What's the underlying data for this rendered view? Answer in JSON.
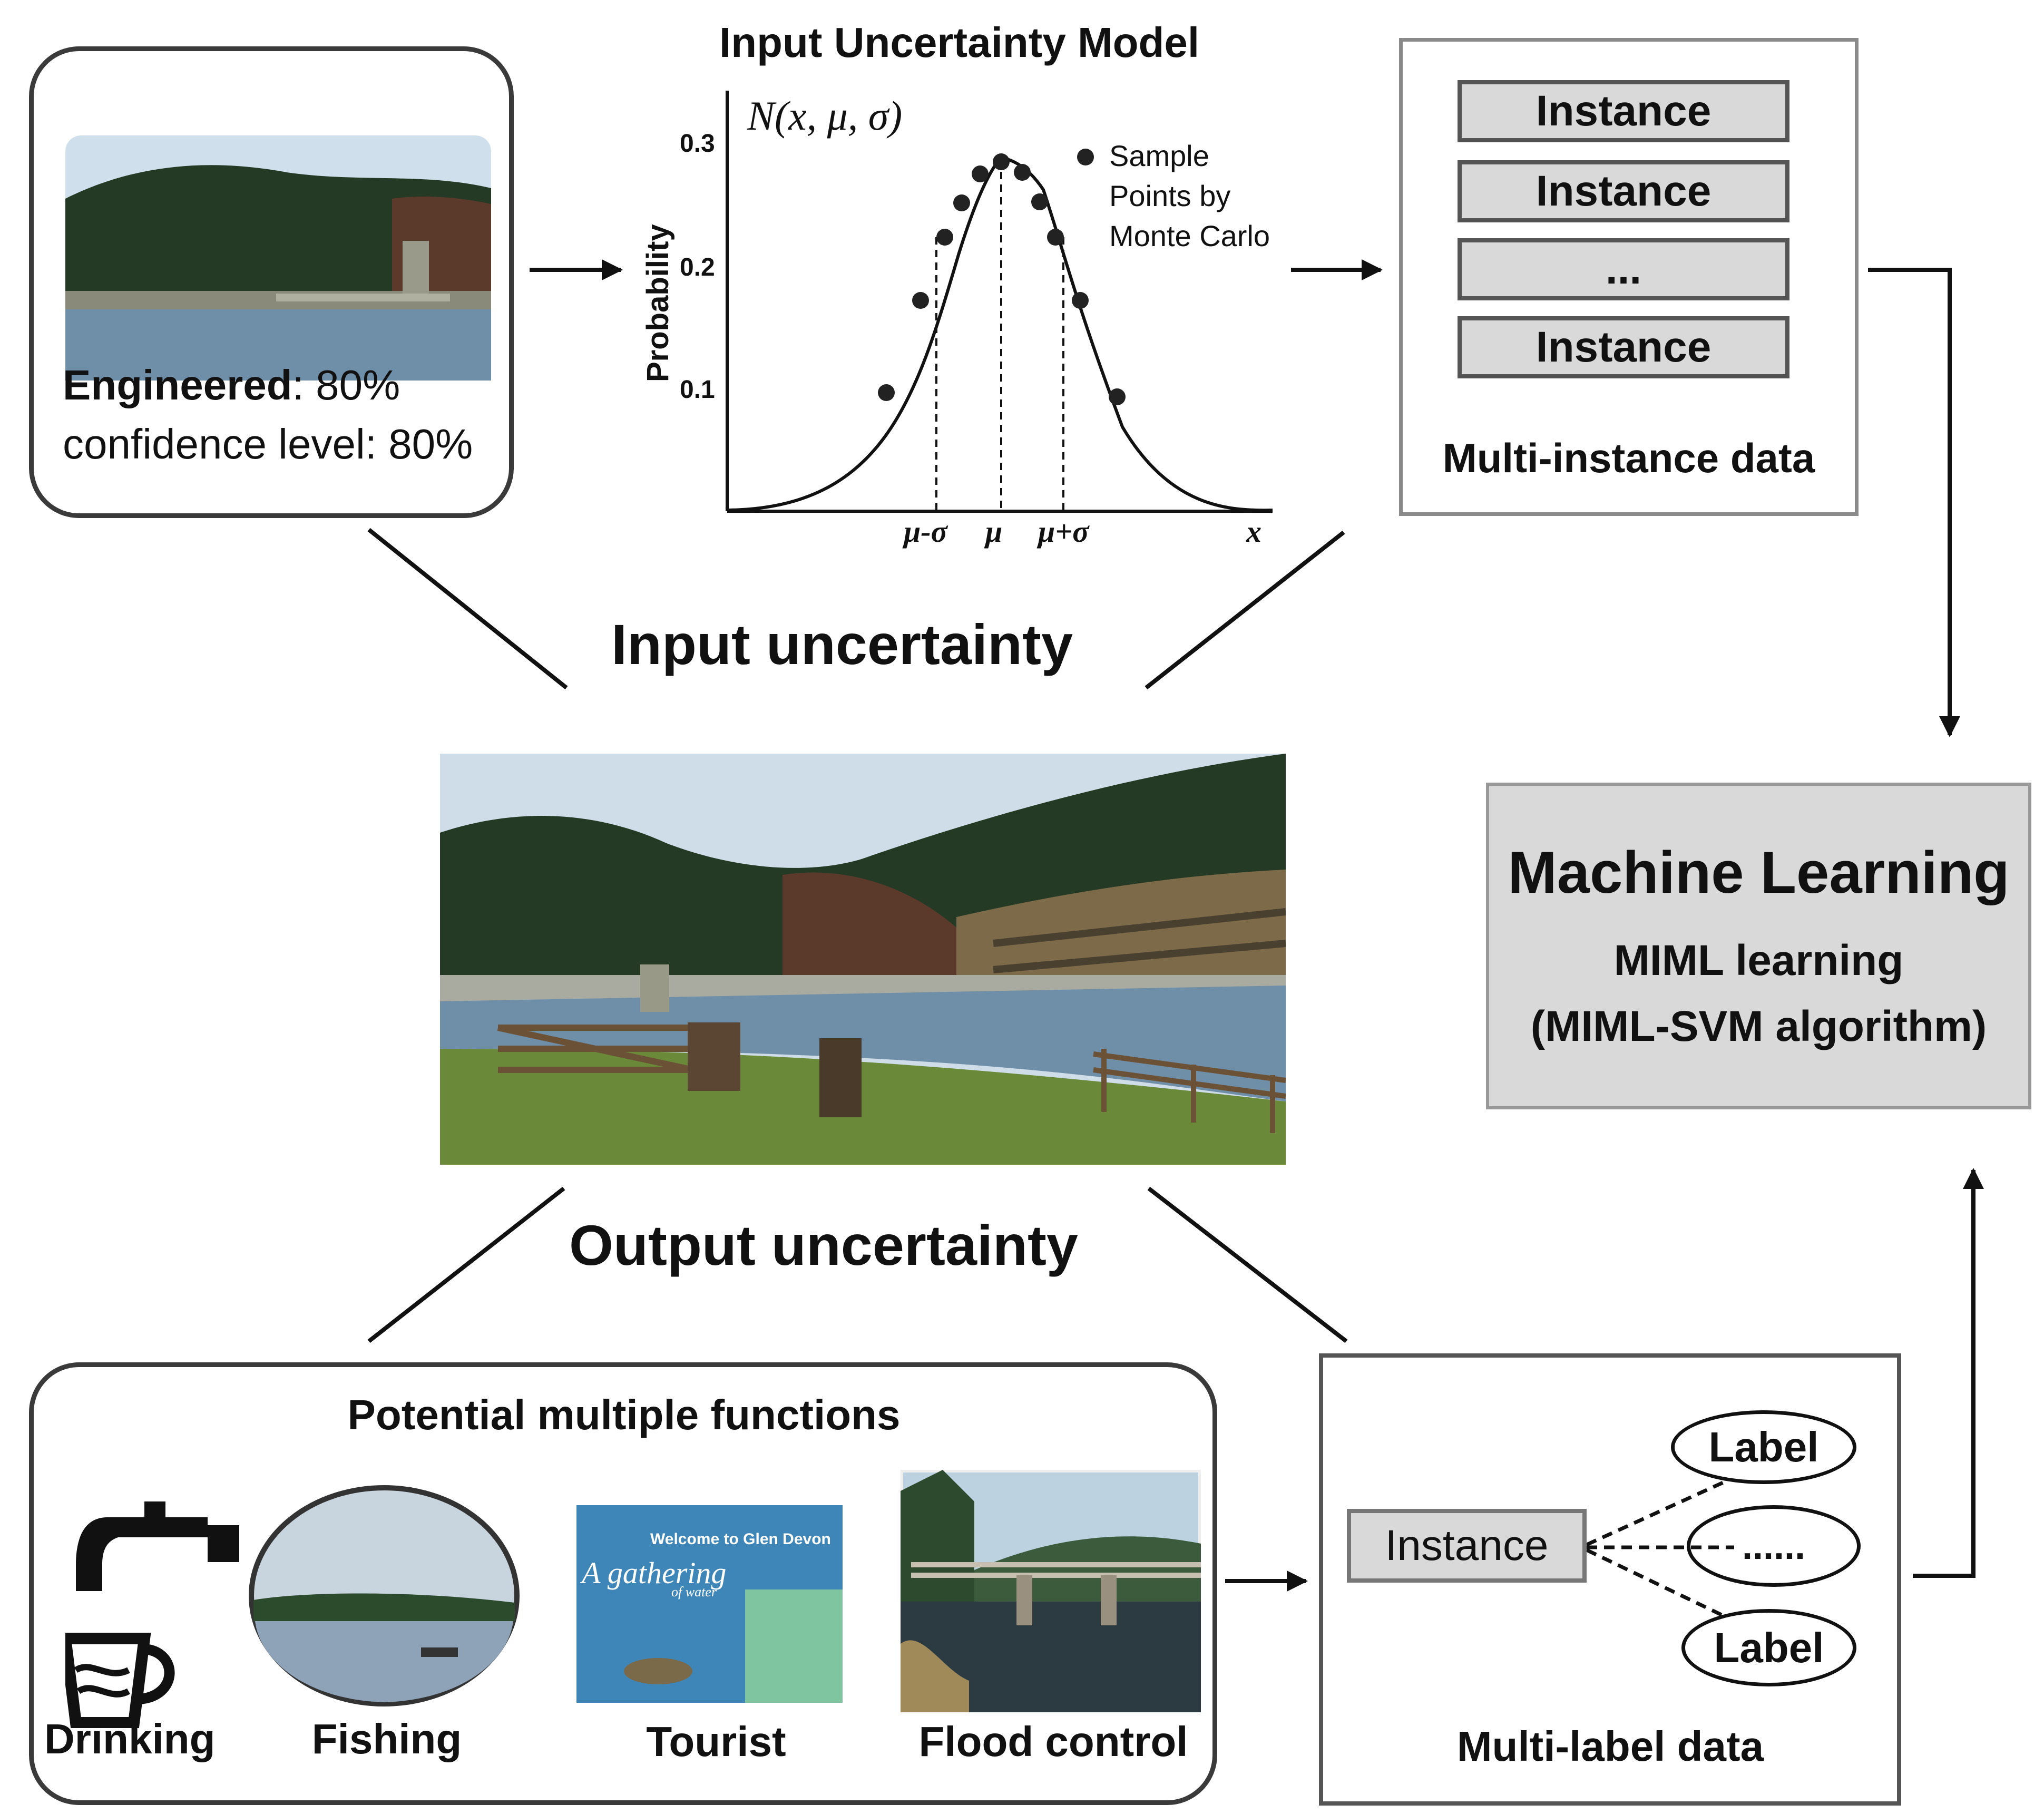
{
  "input_card": {
    "engineered_label": "Engineered",
    "engineered_value": ": 80%",
    "confidence": "confidence level: 80%"
  },
  "model": {
    "title": "Input Uncertainty Model",
    "formula": "N(x, μ, σ)",
    "ylabel": "Probability",
    "yticks": [
      "0.3",
      "0.2",
      "0.1"
    ],
    "xticks": [
      "μ-σ",
      "μ",
      "μ+σ",
      "x"
    ],
    "legend": [
      "Sample",
      "Points by",
      "Monte Carlo"
    ]
  },
  "multi_instance": {
    "instances": [
      "Instance",
      "Instance",
      "...",
      "Instance"
    ],
    "caption": "Multi-instance data"
  },
  "ml": {
    "title": "Machine Learning",
    "subtitle": "MIML learning",
    "algorithm": "(MIML-SVM algorithm)"
  },
  "input_uncertainty": "Input uncertainty",
  "output_uncertainty": "Output uncertainty",
  "functions": {
    "title": "Potential multiple  functions",
    "items": [
      "Drinking",
      "Fishing",
      "Tourist",
      "Flood control"
    ],
    "sign_welcome": "Welcome to Glen Devon",
    "sign_gathering": "A gathering",
    "sign_water": "of water"
  },
  "multi_label": {
    "instance": "Instance",
    "labels": [
      "Label",
      "......",
      "Label"
    ],
    "caption": "Multi-label data"
  },
  "colors": {
    "box_fill": "#d9d9d9",
    "water": "#6f8ea8",
    "forest": "#243a24"
  }
}
